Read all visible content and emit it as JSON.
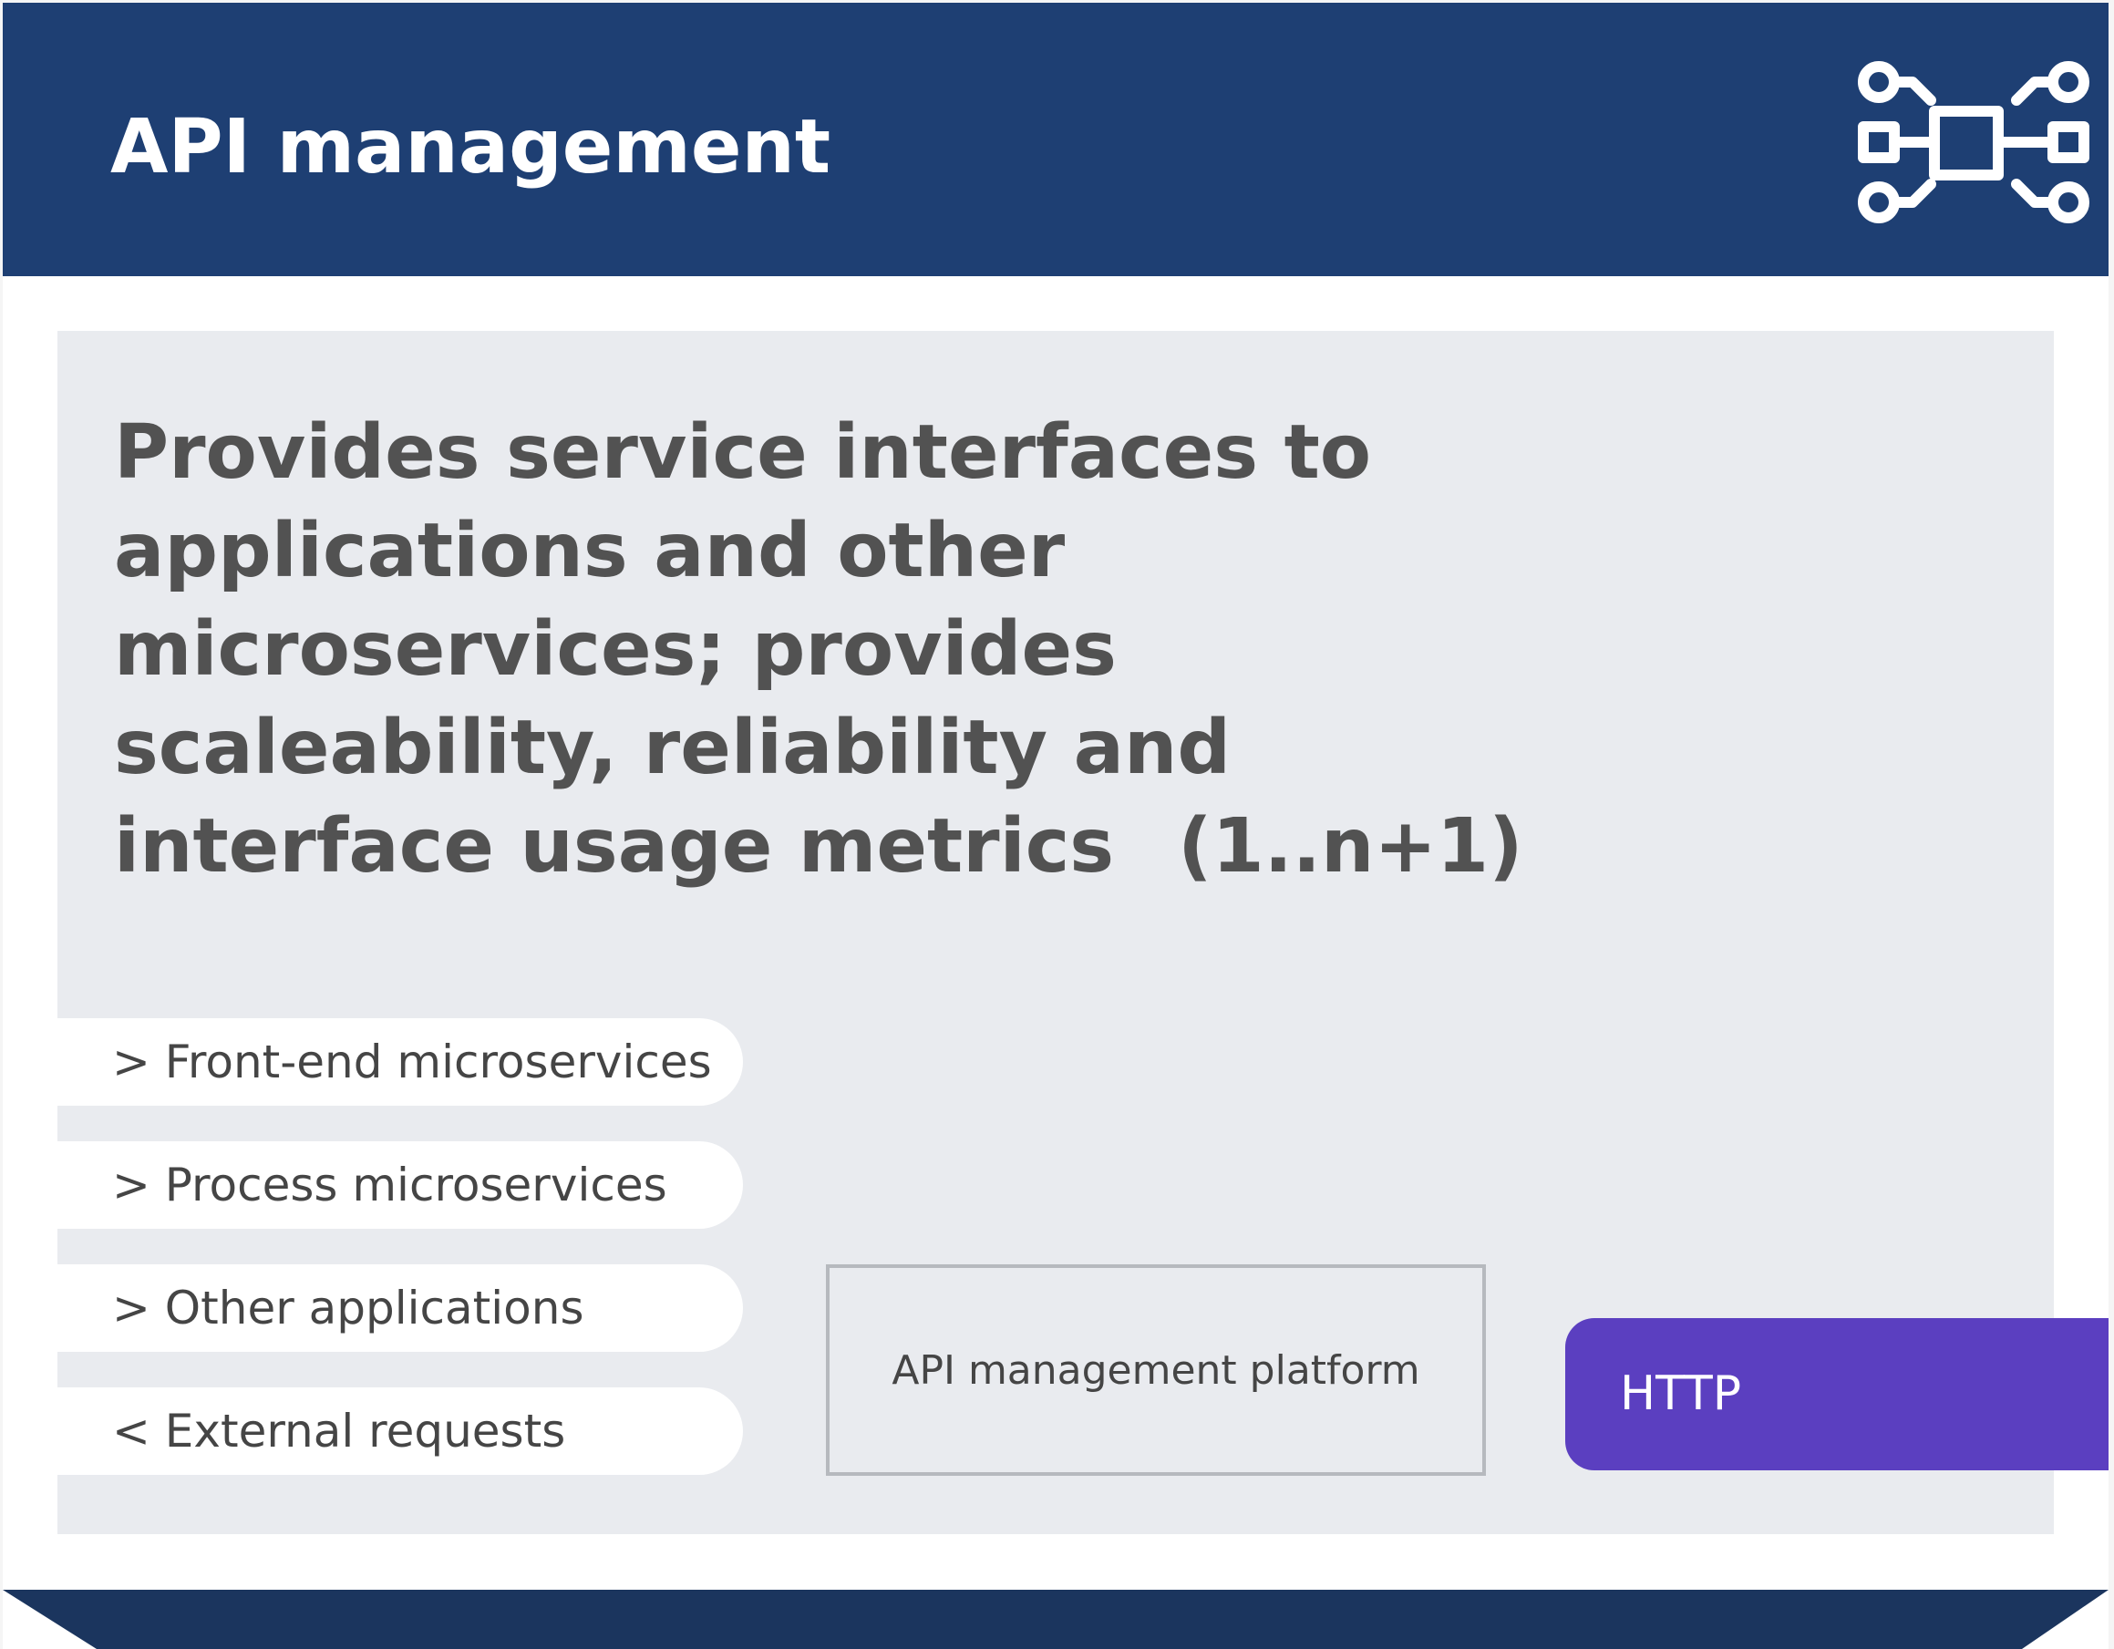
{
  "header": {
    "title": "API management",
    "icon": "api-network-icon"
  },
  "panel": {
    "description": "Provides service interfaces to applications and other microservices; provides scaleability, reliability and interface usage metrics",
    "note": "(1..n+1)"
  },
  "connections": [
    {
      "label": "> Front-end microservices"
    },
    {
      "label": "> Process microservices"
    },
    {
      "label": "> Other applications"
    },
    {
      "label": "< External requests"
    }
  ],
  "platform": {
    "label": "API management platform"
  },
  "protocol": {
    "label": "HTTP"
  },
  "colors": {
    "header": "#1e3f73",
    "panel": "#e9ebef",
    "protocol": "#5b3fc0",
    "footer": "#1b355e"
  }
}
